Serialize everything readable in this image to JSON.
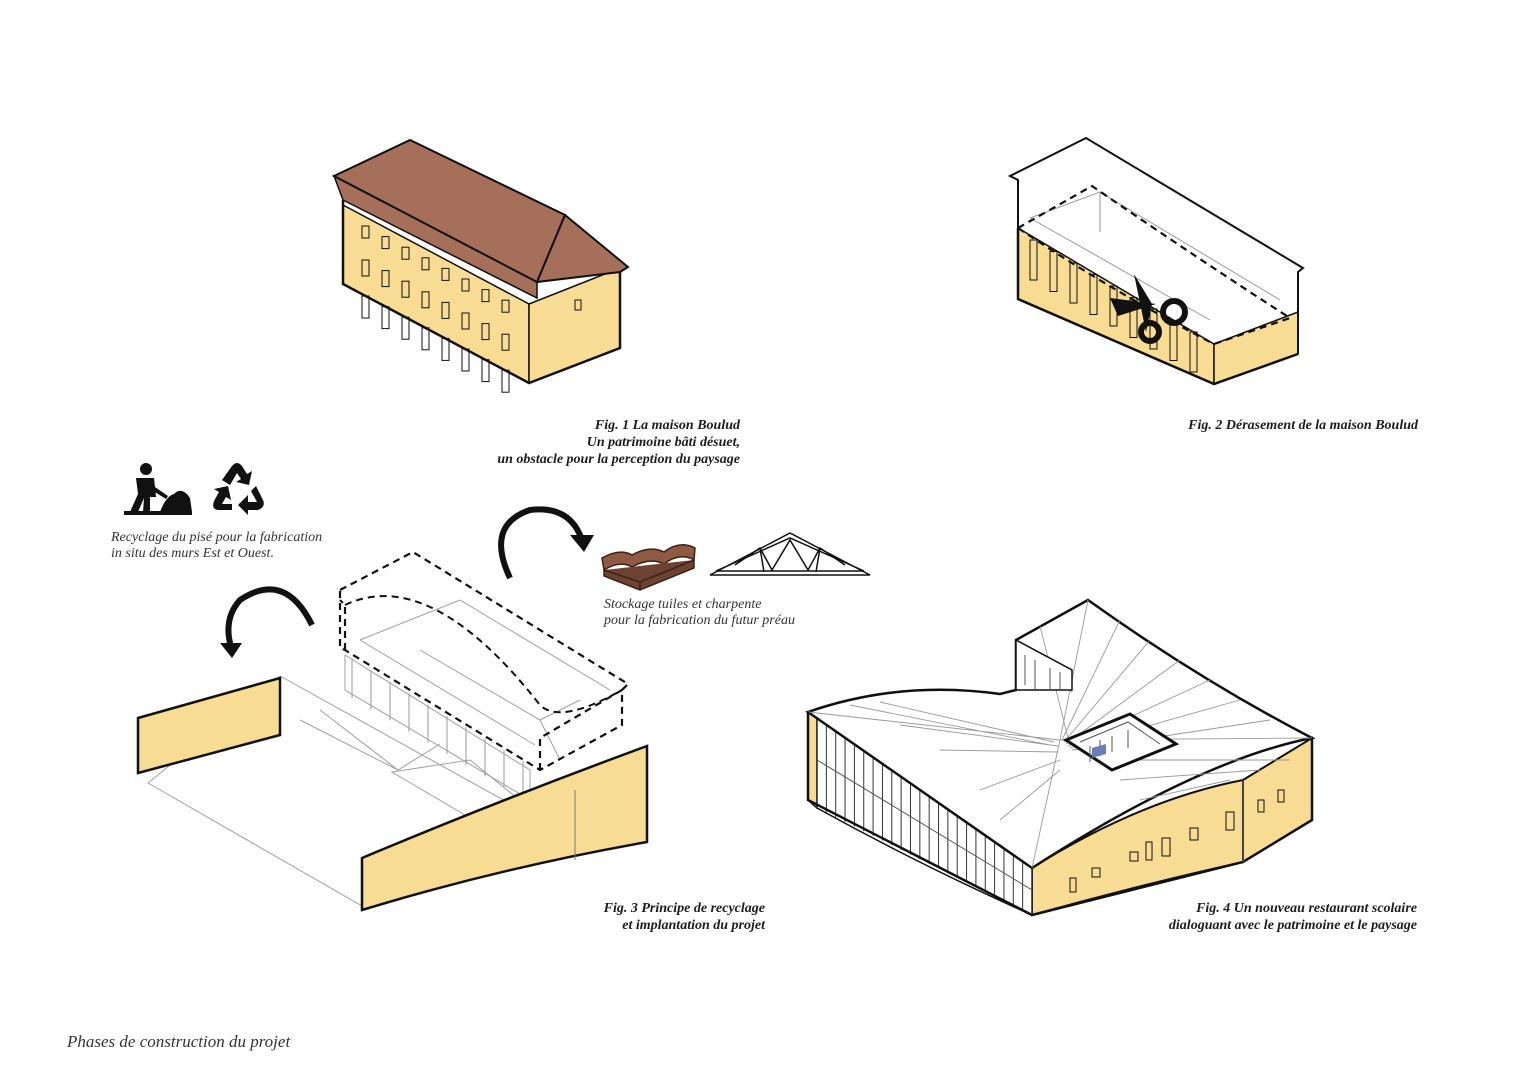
{
  "colors": {
    "pise": "#f8dc94",
    "roof": "#a56f5a",
    "tile": "#8e5a43",
    "outline": "#111111",
    "thin": "#9a9a9a"
  },
  "fig1": {
    "lines": [
      "Fig. 1 La maison Boulud",
      "Un patrimoine bâti désuet,",
      "un obstacle pour la perception du paysage"
    ]
  },
  "fig2": {
    "lines": [
      "Fig. 2 Dérasement de la maison Boulud"
    ]
  },
  "fig3": {
    "lines": [
      "Fig. 3 Principe de recyclage",
      "et implantation du projet"
    ]
  },
  "fig4": {
    "lines": [
      "Fig. 4 Un nouveau restaurant scolaire",
      "dialoguant avec le patrimoine et le paysage"
    ]
  },
  "recycling_note": {
    "lines": [
      "Recyclage du pisé pour la fabrication",
      "in situ des murs Est et Ouest."
    ]
  },
  "storage_note": {
    "lines": [
      "Stockage tuiles et charpente",
      "pour la fabrication du futur préau"
    ]
  },
  "icons": [
    "worker-digging-icon",
    "recycle-icon",
    "scissors-icon",
    "roof-tile-icon",
    "roof-truss-icon",
    "rotate-arrow-icon"
  ],
  "page_title": "Phases de construction du projet"
}
